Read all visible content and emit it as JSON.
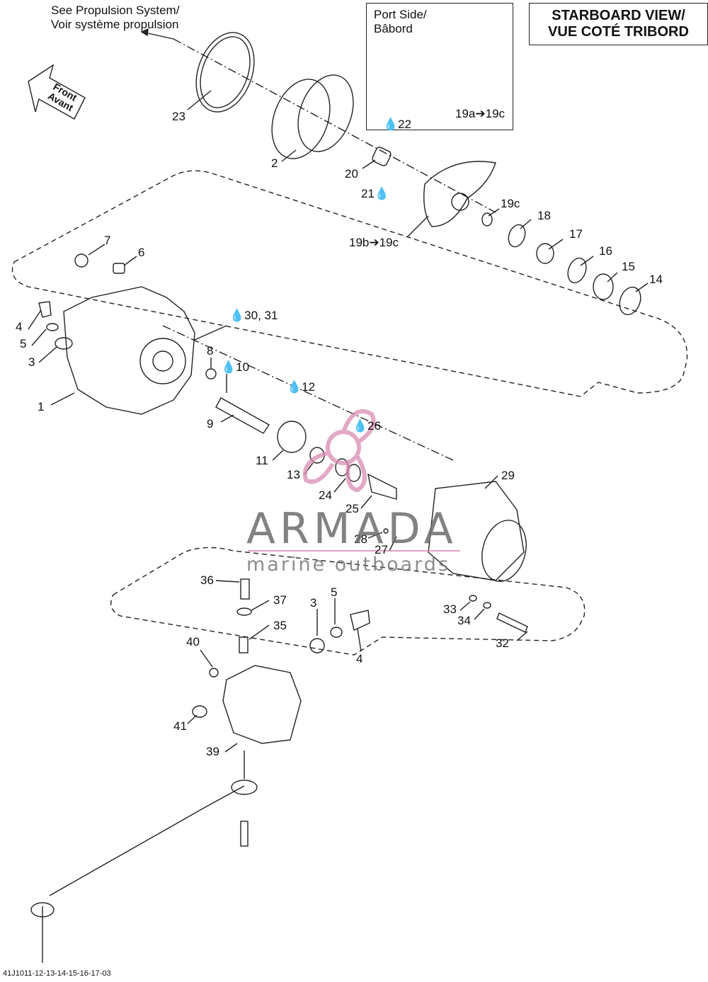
{
  "notes": {
    "propulsion_line1": "See Propulsion System/",
    "propulsion_line2": "Voir système propulsion",
    "port_line1": "Port Side/",
    "port_line2": "Bâbord",
    "starboard_line1": "STARBOARD VIEW/",
    "starboard_line2": "VUE COTÉ TRIBORD",
    "front_line1": "Front",
    "front_line2": "Avant"
  },
  "callouts": [
    {
      "id": "c23",
      "text": "23"
    },
    {
      "id": "c2",
      "text": "2"
    },
    {
      "id": "c22",
      "text": "22"
    },
    {
      "id": "c20",
      "text": "20"
    },
    {
      "id": "c21",
      "text": "21"
    },
    {
      "id": "c19a",
      "text": "19a➔19c"
    },
    {
      "id": "c19c",
      "text": "19c"
    },
    {
      "id": "c18",
      "text": "18"
    },
    {
      "id": "c19b",
      "text": "19b➔19c"
    },
    {
      "id": "c17",
      "text": "17"
    },
    {
      "id": "c16",
      "text": "16"
    },
    {
      "id": "c15",
      "text": "15"
    },
    {
      "id": "c14",
      "text": "14"
    },
    {
      "id": "c7",
      "text": "7"
    },
    {
      "id": "c6",
      "text": "6"
    },
    {
      "id": "c30",
      "text": "30, 31"
    },
    {
      "id": "c4a",
      "text": "4"
    },
    {
      "id": "c5a",
      "text": "5"
    },
    {
      "id": "c3a",
      "text": "3"
    },
    {
      "id": "c8",
      "text": "8"
    },
    {
      "id": "c10",
      "text": "10"
    },
    {
      "id": "c12",
      "text": "12"
    },
    {
      "id": "c1",
      "text": "1"
    },
    {
      "id": "c9",
      "text": "9"
    },
    {
      "id": "c26",
      "text": "26"
    },
    {
      "id": "c11",
      "text": "11"
    },
    {
      "id": "c13",
      "text": "13"
    },
    {
      "id": "c29",
      "text": "29"
    },
    {
      "id": "c24",
      "text": "24"
    },
    {
      "id": "c25",
      "text": "25"
    },
    {
      "id": "c28",
      "text": "28"
    },
    {
      "id": "c27",
      "text": "27"
    },
    {
      "id": "c36",
      "text": "36"
    },
    {
      "id": "c37",
      "text": "37"
    },
    {
      "id": "c3b",
      "text": "3"
    },
    {
      "id": "c5b",
      "text": "5"
    },
    {
      "id": "c35",
      "text": "35"
    },
    {
      "id": "c33",
      "text": "33"
    },
    {
      "id": "c34",
      "text": "34"
    },
    {
      "id": "c32",
      "text": "32"
    },
    {
      "id": "c40",
      "text": "40"
    },
    {
      "id": "c4b",
      "text": "4"
    },
    {
      "id": "c41",
      "text": "41"
    },
    {
      "id": "c39",
      "text": "39"
    }
  ],
  "watermark": {
    "brand": "ARMADA",
    "tagline": "marine outboards",
    "accent_color": "#d98cb3"
  },
  "footer_code": "41J1011-12-13-14-15-16-17-03"
}
